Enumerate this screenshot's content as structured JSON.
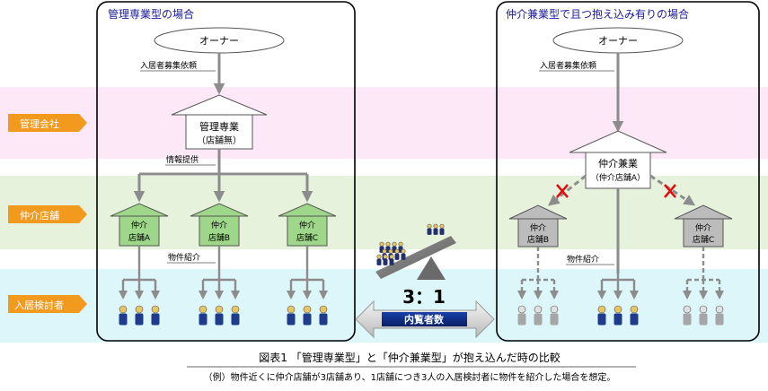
{
  "bands": {
    "management_company": "管理会社",
    "brokerage_shop": "仲介店舗",
    "tenant_candidate": "入居検討者"
  },
  "left_panel": {
    "title": "管理専業型の場合",
    "owner": "オーナー",
    "request_label": "入居者募集依頼",
    "manager_line1": "管理専業",
    "manager_line2": "（店舗無）",
    "info_label": "情報提供",
    "property_label": "物件紹介",
    "shops": [
      {
        "line1": "仲介",
        "line2": "店舗A"
      },
      {
        "line1": "仲介",
        "line2": "店舗B"
      },
      {
        "line1": "仲介",
        "line2": "店舗C"
      }
    ]
  },
  "right_panel": {
    "title": "仲介兼業型で且つ抱え込み有りの場合",
    "owner": "オーナー",
    "request_label": "入居者募集依頼",
    "broker_line1": "仲介兼業",
    "broker_line2": "（仲介店舗A）",
    "property_label": "物件紹介",
    "shops": [
      {
        "line1": "仲介",
        "line2": "店舗B"
      },
      {
        "line1": "仲介",
        "line2": "店舗C"
      }
    ]
  },
  "center": {
    "ratio": "3：1",
    "arrow_label": "内覧者数"
  },
  "caption": {
    "title": "図表1 「管理専業型」と「仲介兼業型」が抱え込んだ時の比較",
    "note": "（例）物件近くに仲介店舗が3店舗あり、1店舗につき3人の入居検討者に物件を紹介した場合を想定。"
  },
  "colors": {
    "band_pink": "#fce8f6",
    "band_green": "#e6f2dc",
    "band_cyan": "#dcf6fa",
    "tag_orange": "#f29a1e",
    "shop_green": "#9ed789",
    "shop_gray": "#bcbcbc",
    "cross_red": "#e01010",
    "arrow_gray": "#8c8c8c",
    "title_blue": "#1a1a9a"
  }
}
